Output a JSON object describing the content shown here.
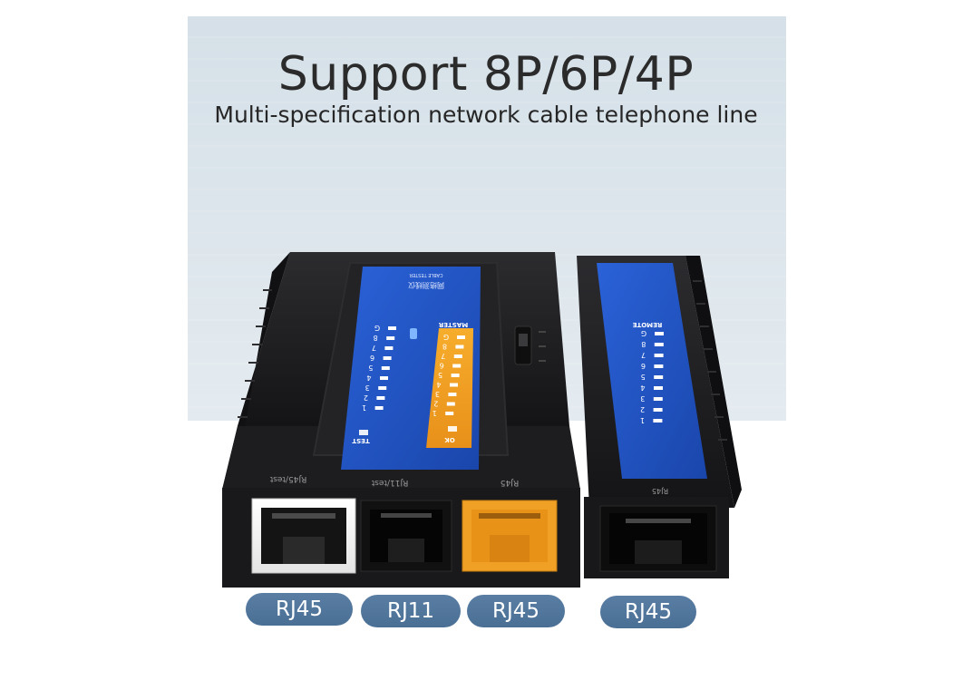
{
  "headline": "Support 8P/6P/4P",
  "subline": "Multi-specification network cable telephone line",
  "master_panel": {
    "brand_cn": "网络测线仪",
    "brand_en": "CABLE TESTER",
    "mode": "MASTER",
    "test": "TEST",
    "pins_left": [
      "G",
      "8",
      "7",
      "6",
      "5",
      "4",
      "3",
      "2",
      "1"
    ],
    "pins_right": [
      "G",
      "8",
      "7",
      "6",
      "5",
      "4",
      "3",
      "2",
      "1"
    ],
    "ok": "OK"
  },
  "remote_panel": {
    "mode": "REMOTE",
    "pins": [
      "G",
      "8",
      "7",
      "6",
      "5",
      "4",
      "3",
      "2",
      "1"
    ]
  },
  "port_captions": {
    "p1": "RJ45/test",
    "p2": "RJ11/test",
    "p3": "RJ45",
    "p4": "RJ45"
  },
  "port_labels": [
    "RJ45",
    "RJ11",
    "RJ45",
    "RJ45"
  ],
  "colors": {
    "panel_blue": "#1f54c4",
    "panel_orange": "#f3a020",
    "body_black": "#1b1b1d",
    "label_blue": "#4f7399"
  }
}
